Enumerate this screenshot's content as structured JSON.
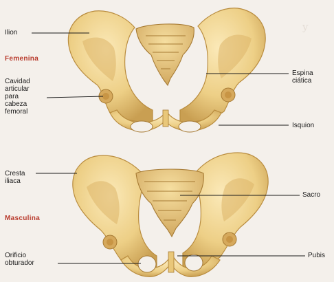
{
  "labels": {
    "ilion": "Ilion",
    "femenina": "Femenina",
    "cavidad": "Cavidad\narticular\npara\ncabeza\nfemoral",
    "espina": "Espina\nciática",
    "isquion": "Isquion",
    "cresta": "Cresta\niliaca",
    "masculina": "Masculina",
    "sacro": "Sacro",
    "orificio": "Orificio\nobturador",
    "pubis": "Pubis"
  },
  "colors": {
    "background": "#f4f0eb",
    "bone": "#edcf86",
    "bone_dark": "#b98c3e",
    "bone_light": "#f7e3ad",
    "sex_label": "#b83a2c"
  }
}
